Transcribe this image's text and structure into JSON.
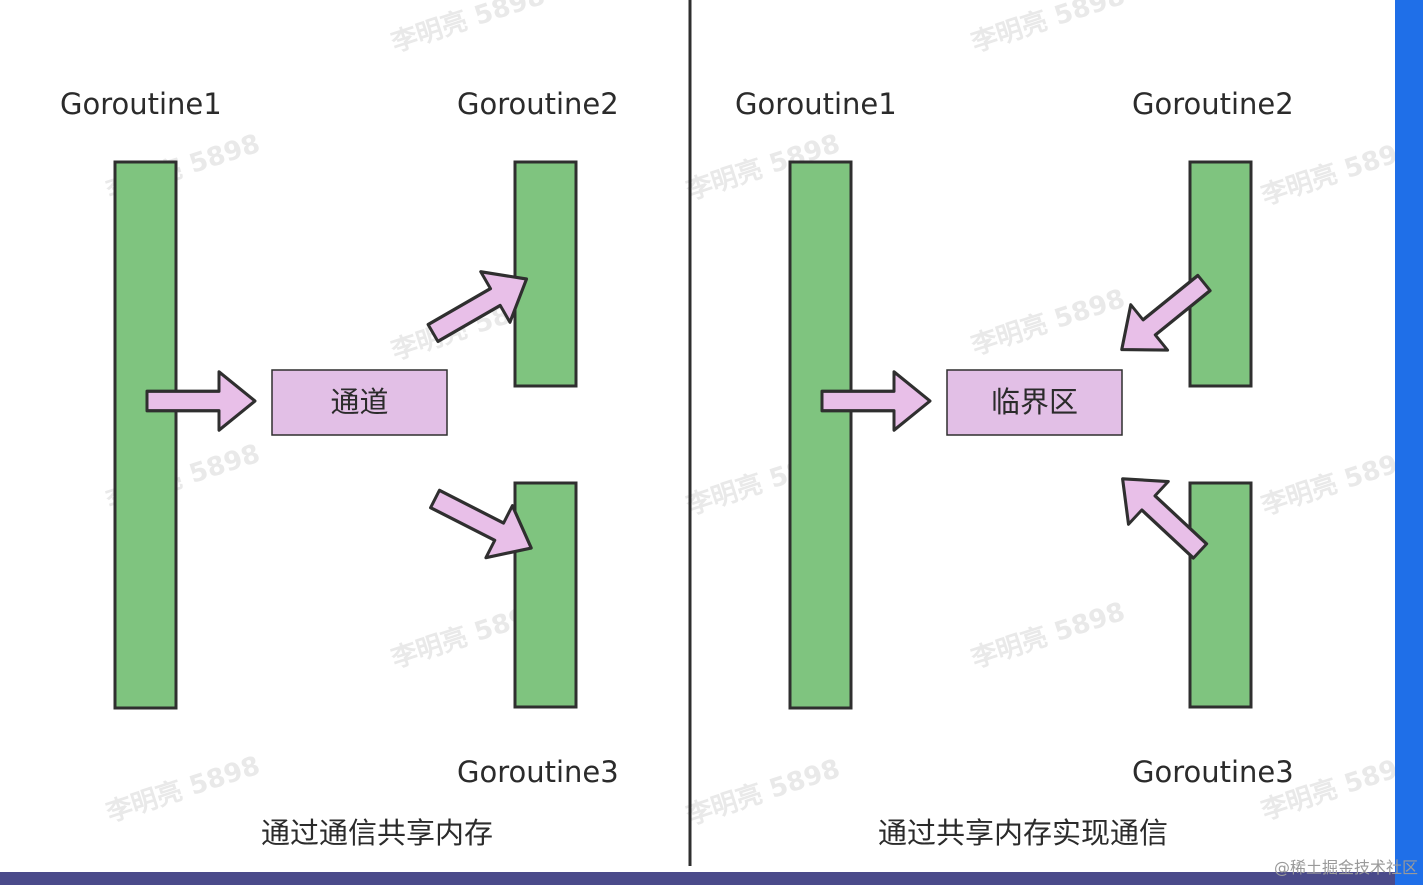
{
  "colors": {
    "goroutine_fill": "#7fc47f",
    "box_fill": "#e2bfe6",
    "arrow_fill": "#e8bfe8",
    "stroke": "#2f2f2f",
    "right_edge": "#1f6fe8",
    "bottom_edge": "#4a4a8a",
    "background": "#ffffff"
  },
  "watermark": "李明亮 5898",
  "footer_credit": "@稀土掘金技术社区",
  "left_panel": {
    "g1_label": "Goroutine1",
    "g2_label": "Goroutine2",
    "g3_label": "Goroutine3",
    "box_label": "通道",
    "caption": "通过通信共享内存"
  },
  "right_panel": {
    "g1_label": "Goroutine1",
    "g2_label": "Goroutine2",
    "g3_label": "Goroutine3",
    "box_label": "临界区",
    "caption": "通过共享内存实现通信"
  }
}
